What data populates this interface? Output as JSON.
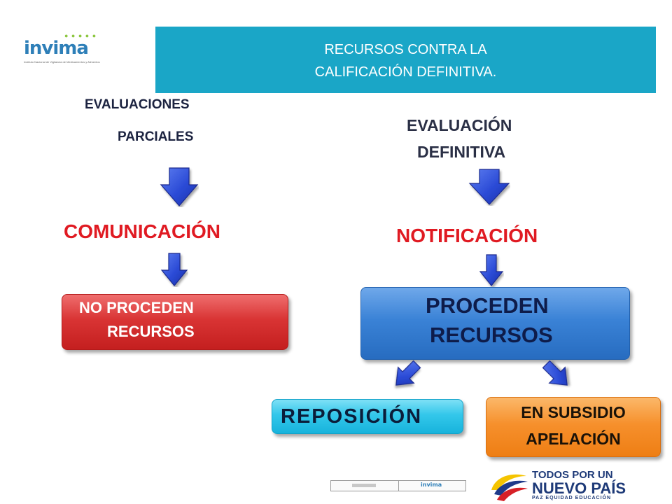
{
  "logo": {
    "wordmark": "invima",
    "subtitle": "Instituto Nacional de Vigilancia de Medicamentos y Alimentos",
    "dots": "● ● ● ● ●"
  },
  "header": {
    "line1": "RECURSOS CONTRA LA",
    "line2": "CALIFICACIÓN DEFINITIVA."
  },
  "left": {
    "label_line1": "EVALUACIONES",
    "label_line2": "PARCIALES",
    "step": "COMUNICACIÓN",
    "box_line1": "NO PROCEDEN",
    "box_line2": "RECURSOS"
  },
  "right": {
    "label_line1": "EVALUACIÓN",
    "label_line2": "DEFINITIVA",
    "step": "NOTIFICACIÓN",
    "box_line1": "PROCEDEN",
    "box_line2": "RECURSOS",
    "option_a": "REPOSICIÓN",
    "option_b_line1": "EN SUBSIDIO",
    "option_b_line2": "APELACIÓN"
  },
  "footer": {
    "mini_logo": "invima",
    "slogan_line1": "TODOS POR UN",
    "slogan_line2": "NUEVO PAÍS",
    "slogan_line3": "PAZ  EQUIDAD  EDUCACIÓN"
  },
  "colors": {
    "banner": "#1aa6c7",
    "accent_red": "#e01a22",
    "arrow_blue": "#2b4bd6",
    "box_red": "#d93434",
    "box_blue": "#3a82d6",
    "box_cyan": "#33c7ea",
    "box_orange": "#f6902c"
  }
}
